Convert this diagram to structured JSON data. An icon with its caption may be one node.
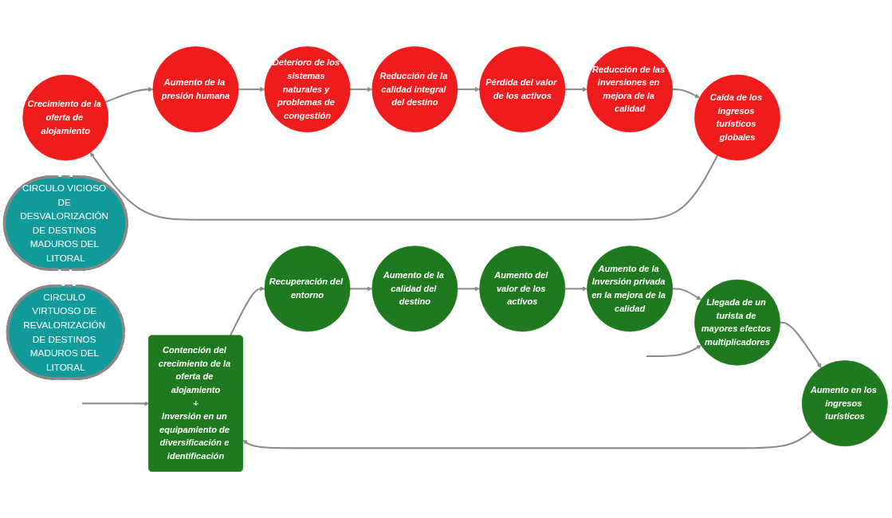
{
  "diagram": {
    "nodes": [
      {
        "text": [
          "Crecimiento de la oferta de alojamiento"
        ]
      },
      {
        "text": [
          "Aumento de la presión humana"
        ]
      },
      {
        "text": [
          "Deterioro de los sistemas naturales y problemas de congestión"
        ]
      },
      {
        "text": [
          "Reducción de la calidad integral del destino"
        ]
      },
      {
        "text": [
          "Pérdida del valor de los activos"
        ]
      },
      {
        "text": [
          "Reducción de las inversiones en mejora de la calidad"
        ]
      },
      {
        "text": [
          "Caída de los ingresos turísticos globales"
        ]
      },
      {
        "text": [
          "CIRCULO VICIOSO DE DESVALORIZACIÓN DE DESTINOS MADUROS DEL LITORAL"
        ]
      },
      {
        "text": [
          "Contención del crecimiento de la oferta de alojamiento",
          "+",
          "Inversión en un equipamiento de diversificación e identificación"
        ]
      },
      {
        "text": [
          "Recuperación del entorno"
        ]
      },
      {
        "text": [
          "Aumento de la calidad del destino"
        ]
      },
      {
        "text": [
          "Aumento del valor de los activos"
        ]
      },
      {
        "text": [
          "Aumento de la Inversión privada en la mejora de la calidad"
        ]
      },
      {
        "text": [
          "Llegada de un turista de mayores efectos multiplicadores"
        ]
      },
      {
        "text": [
          "Aumento en los ingresos turísticos"
        ]
      },
      {
        "text": [
          "CIRCULO VIRTUOSO DE REVALORIZACIÓN DE DESTINOS MADUROS DEL LITORAL"
        ]
      }
    ],
    "edges": [
      {
        "from": 0,
        "to": 1,
        "arrow": "to"
      },
      {
        "from": 1,
        "to": 2,
        "arrow": "to"
      },
      {
        "from": 2,
        "to": 3,
        "arrow": "to"
      },
      {
        "from": 3,
        "to": 4,
        "arrow": "to"
      },
      {
        "from": 4,
        "to": 5,
        "arrow": "to"
      },
      {
        "from": 5,
        "to": 6,
        "arrow": "to"
      },
      {
        "from": 6,
        "to": 0,
        "arrow": "to"
      },
      {
        "from": 8,
        "to": 9,
        "arrow": "to"
      },
      {
        "from": 9,
        "to": 10,
        "arrow": "to"
      },
      {
        "from": 10,
        "to": 11,
        "arrow": "to"
      },
      {
        "from": 11,
        "to": 12,
        "arrow": "to"
      },
      {
        "from": 12,
        "to": 13,
        "arrow": "to"
      },
      {
        "from": 13,
        "to": 14,
        "arrow": "to"
      },
      {
        "from": 14,
        "to": 8,
        "arrow": "to"
      },
      {
        "from": null,
        "to": 8,
        "arrow": "to"
      },
      {
        "from": null,
        "to": 13,
        "arrow": "to"
      }
    ]
  }
}
